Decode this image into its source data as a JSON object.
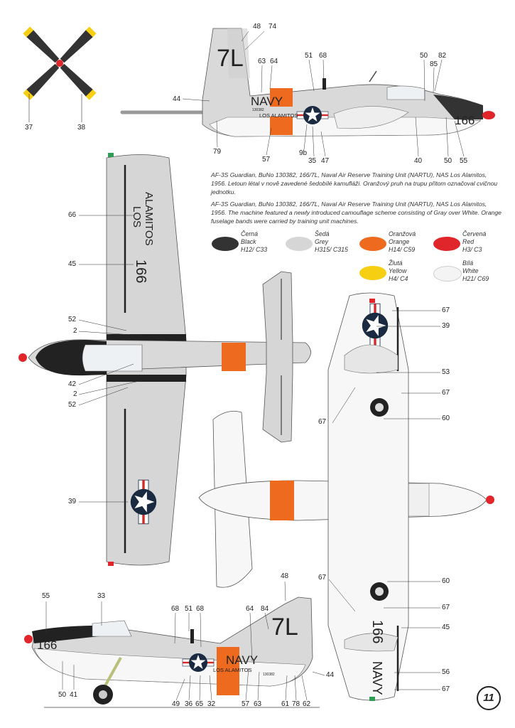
{
  "description": {
    "cz": "AF-3S Guardian, BuNo 130382, 166/7L, Naval Air Reserve Training Unit (NARTU),  NAS Los Alamitos, 1956. Letoun létal v nově zavedené šedobílé kamufláži. Oranžový pruh na trupu přitom označoval cvičnou jednotku.",
    "en": "AF-3S Guardian, BuNo 130382, 166/7L, Naval Air Reserve Training Unit (NARTU), NAS Los Alamitos, 1956. The machine featured a newly introduced camouflage scheme consisting of Gray over White. Orange fuselage bands were carried by training unit machines."
  },
  "colors": [
    {
      "cz": "Černá",
      "en": "Black",
      "code": "H12/ C33",
      "hex": "#333333"
    },
    {
      "cz": "Šedá",
      "en": "Grey",
      "code": "H315/ C315",
      "hex": "#d6d6d6"
    },
    {
      "cz": "Oranžová",
      "en": "Orange",
      "code": "H14/ C59",
      "hex": "#ee6a1e"
    },
    {
      "cz": "Červená",
      "en": "Red",
      "code": "H3/ C3",
      "hex": "#e0262a"
    },
    {
      "cz": "Žlutá",
      "en": "Yellow",
      "code": "H4/ C4",
      "hex": "#f7cf12"
    },
    {
      "cz": "Bílá",
      "en": "White",
      "code": "H21/ C69",
      "hex": "#f4f4f4"
    }
  ],
  "markings": {
    "tail_code": "7L",
    "navy": "NAVY",
    "modex": "166",
    "unit": "LOS ALAMITOS",
    "unit_line1": "LOS",
    "unit_line2": "ALAMITOS",
    "buno": "130382",
    "modex_partial": "166",
    "navy_partial": "NAVY"
  },
  "page_number": "11",
  "callouts": [
    {
      "text": "37"
    },
    {
      "text": "38"
    },
    {
      "text": "48"
    },
    {
      "text": "74"
    },
    {
      "text": "63"
    },
    {
      "text": "64"
    },
    {
      "text": "51"
    },
    {
      "text": "68"
    },
    {
      "text": "50"
    },
    {
      "text": "82"
    },
    {
      "text": "85"
    },
    {
      "text": "44"
    },
    {
      "text": "79"
    },
    {
      "text": "57"
    },
    {
      "text": "9b"
    },
    {
      "text": "35"
    },
    {
      "text": "47"
    },
    {
      "text": "40"
    },
    {
      "text": "50"
    },
    {
      "text": "55"
    },
    {
      "text": "66"
    },
    {
      "text": "45"
    },
    {
      "text": "52"
    },
    {
      "text": "2"
    },
    {
      "text": "42"
    },
    {
      "text": "2"
    },
    {
      "text": "52"
    },
    {
      "text": "39"
    },
    {
      "text": "67"
    },
    {
      "text": "39"
    },
    {
      "text": "53"
    },
    {
      "text": "67"
    },
    {
      "text": "67"
    },
    {
      "text": "60"
    },
    {
      "text": "67"
    },
    {
      "text": "60"
    },
    {
      "text": "67"
    },
    {
      "text": "45"
    },
    {
      "text": "56"
    },
    {
      "text": "67"
    },
    {
      "text": "55"
    },
    {
      "text": "33"
    },
    {
      "text": "48"
    },
    {
      "text": "68"
    },
    {
      "text": "51"
    },
    {
      "text": "68"
    },
    {
      "text": "64"
    },
    {
      "text": "84"
    },
    {
      "text": "44"
    },
    {
      "text": "50"
    },
    {
      "text": "41"
    },
    {
      "text": "49"
    },
    {
      "text": "36"
    },
    {
      "text": "65"
    },
    {
      "text": "32"
    },
    {
      "text": "57"
    },
    {
      "text": "63"
    },
    {
      "text": "61"
    },
    {
      "text": "78"
    },
    {
      "text": "62"
    }
  ]
}
